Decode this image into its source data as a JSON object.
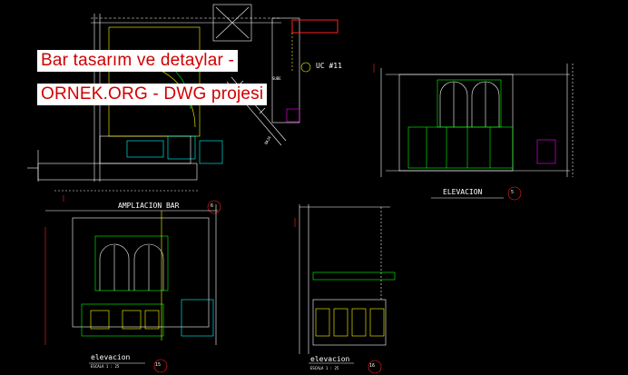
{
  "watermark": {
    "line1": "Bar tasarım ve detaylar -",
    "line2": "ORNEK.ORG - DWG projesi",
    "text_color": "#d00000",
    "background": "#ffffff"
  },
  "canvas_background": "#000000",
  "views": {
    "plan": {
      "title": "AMPLIACION BAR",
      "tag": "6"
    },
    "elevation_main": {
      "title": "ELEVACION",
      "tag": "5"
    },
    "elevation_front": {
      "title": "elevacion",
      "scale": "ESCALA 1 : 25",
      "tag": "15"
    },
    "elevation_side": {
      "title": "elevacion",
      "scale": "ESCALA 1 : 25",
      "tag": "16"
    }
  },
  "plan_labels": {
    "uc_label": "UC #11",
    "subte": "SUBE",
    "baja": "BAJA"
  },
  "cad_colors": {
    "lines": "#ffffff",
    "accent_red": "#ff2020",
    "accent_green": "#00e000",
    "accent_yellow": "#ffff00",
    "accent_magenta": "#ff00ff",
    "accent_cyan": "#00c0ff"
  }
}
